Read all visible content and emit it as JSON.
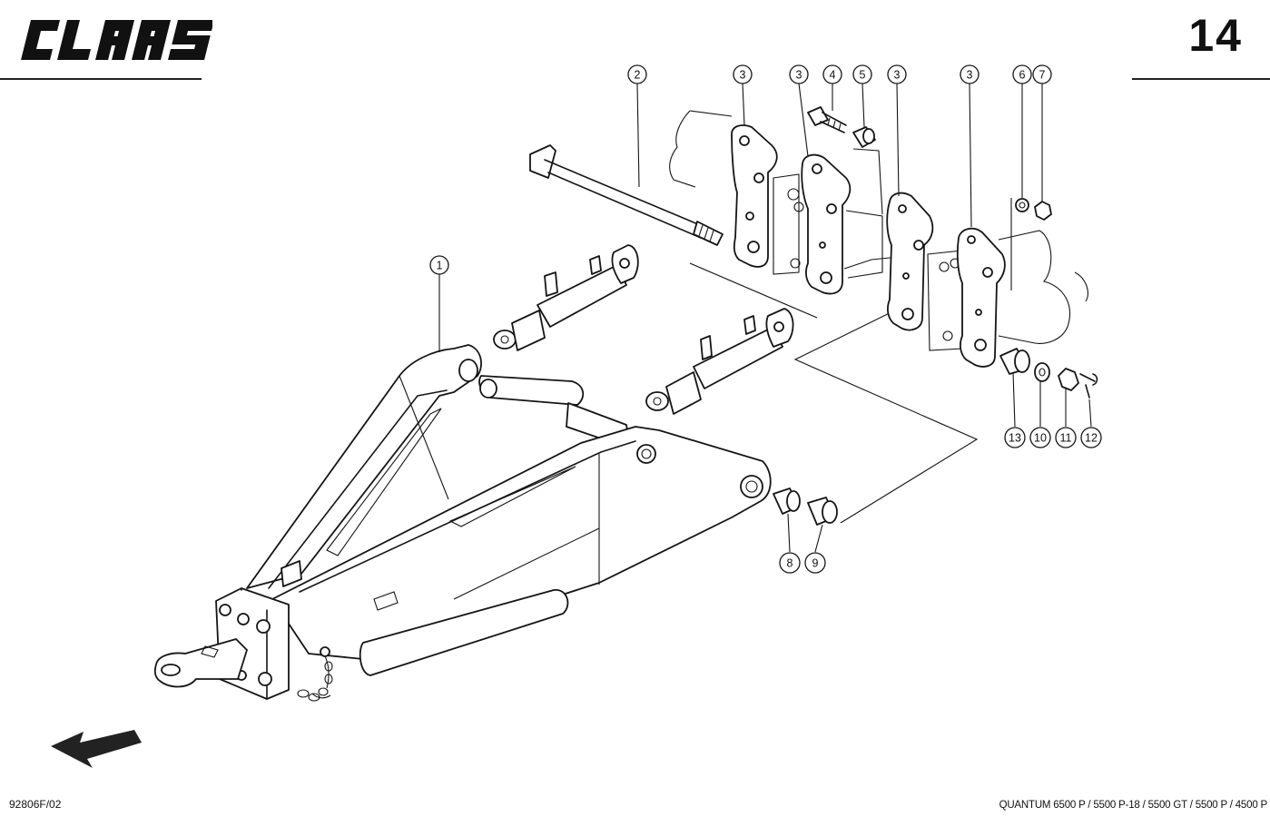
{
  "brand": {
    "logo_text": "CLAAS"
  },
  "page_number": "14",
  "drawing_code": "92806F/02",
  "model_line": "QUANTUM 6500 P / 5500 P-18 / 5500 GT / 5500 P / 4500 P",
  "icons": {
    "direction": "arrow-down-left-icon"
  },
  "callouts": [
    {
      "label": "1"
    },
    {
      "label": "2"
    },
    {
      "label": "3"
    },
    {
      "label": "3"
    },
    {
      "label": "4"
    },
    {
      "label": "5"
    },
    {
      "label": "3"
    },
    {
      "label": "3"
    },
    {
      "label": "6"
    },
    {
      "label": "7"
    },
    {
      "label": "13"
    },
    {
      "label": "10"
    },
    {
      "label": "11"
    },
    {
      "label": "12"
    },
    {
      "label": "8"
    },
    {
      "label": "9"
    }
  ]
}
